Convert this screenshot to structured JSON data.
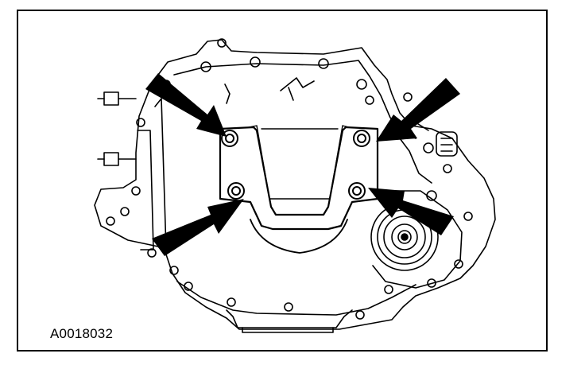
{
  "figure": {
    "id_label": "A0018032",
    "subject": "transmission-case-with-cover-bracket",
    "callout_count": 4,
    "colors": {
      "line": "#000000",
      "background": "#ffffff"
    }
  }
}
